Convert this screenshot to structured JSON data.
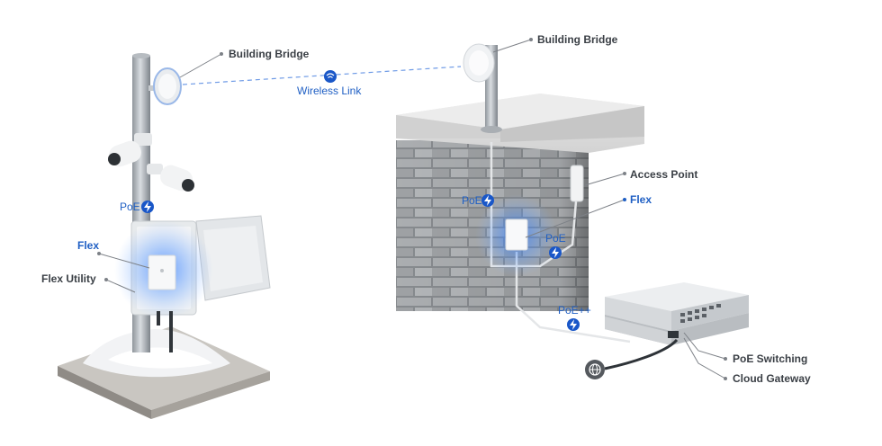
{
  "labels": {
    "building_bridge_left": "Building Bridge",
    "building_bridge_right": "Building Bridge",
    "wireless_link": "Wireless Link",
    "access_point": "Access Point",
    "flex_right": "Flex",
    "flex_left": "Flex",
    "flex_utility": "Flex Utility",
    "poe_pole": "PoE",
    "poe_wall": "PoE",
    "poe_device": "PoE",
    "poe_plus": "PoE++",
    "poe_switching": "PoE Switching",
    "cloud_gateway": "Cloud Gateway"
  },
  "icons": [
    "wifi-icon",
    "bolt-icon",
    "globe-icon"
  ],
  "colors": {
    "accent_blue": "#1f5fc4",
    "badge_blue": "#1a57c8",
    "label_dark": "#3a3f45",
    "leader_gray": "#7d8187",
    "brick": "#9a9da1",
    "globe_badge": "#55595e"
  }
}
